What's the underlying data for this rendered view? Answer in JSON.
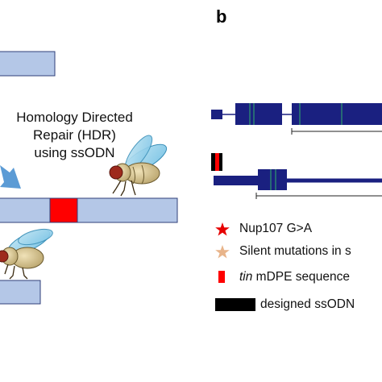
{
  "panel_b_label": "b",
  "hdr_label": {
    "line1": "Homology Directed",
    "line2": "Repair (HDR)",
    "line3": "using ssODN"
  },
  "legend": {
    "nup107_label": "Nup107 G>A",
    "silent_label": "Silent mutations in s",
    "tin_italic": "tin",
    "tin_rest": " mDPE sequence",
    "ssodn_label": "designed ssODN"
  },
  "colors": {
    "bar_fill": "#b4c7e7",
    "bar_stroke": "#2f3f7a",
    "insert_red": "#ff0000",
    "exon_navy": "#1a2080",
    "exon_stripe": "#2e9a6e",
    "star_red": "#e60000",
    "star_tan": "#e8b48a",
    "black": "#000000"
  }
}
